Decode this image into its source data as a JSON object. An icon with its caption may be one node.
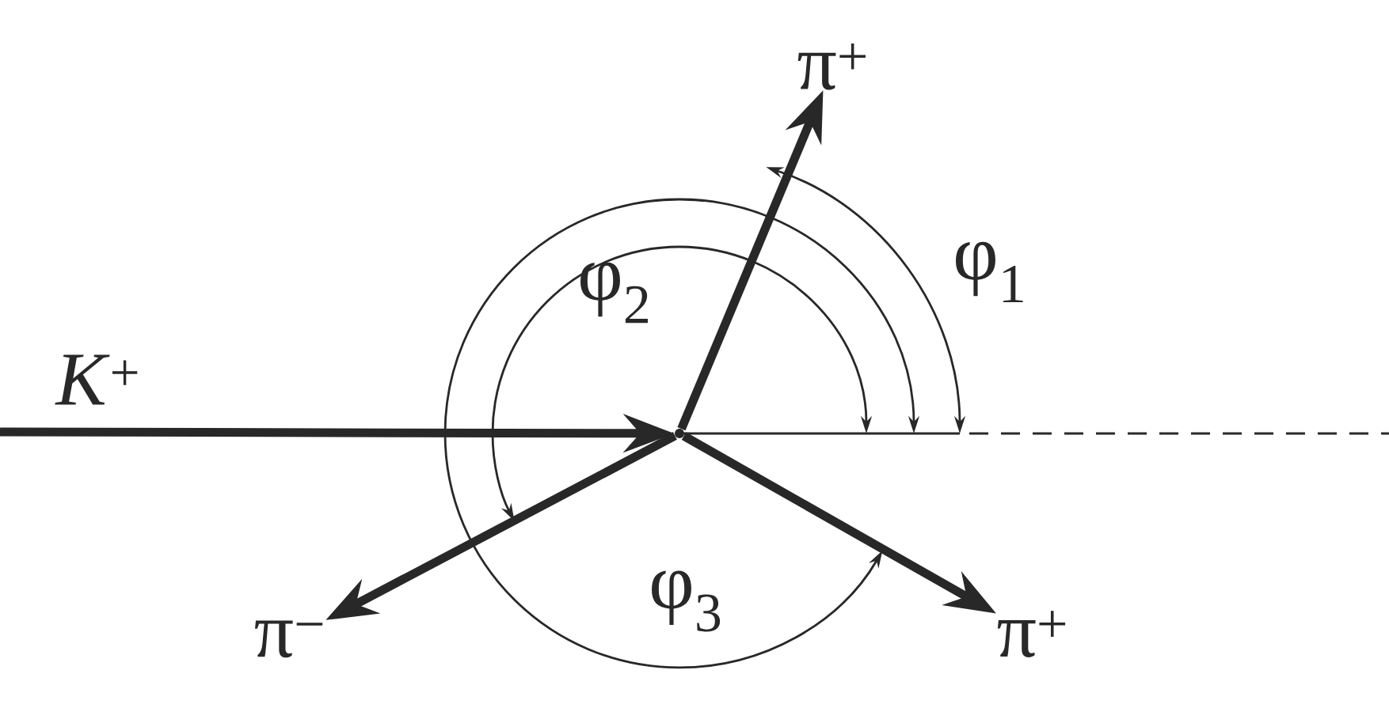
{
  "diagram": {
    "nodes": [
      {
        "text": [],
        "shape": "point"
      },
      {
        "text": [
          "π$^{+}$"
        ]
      },
      {
        "text": [
          "π$^{+}$"
        ]
      },
      {
        "text": [
          "π$^{−}$"
        ]
      }
    ],
    "edges": [
      {
        "from": null,
        "to": 0,
        "arrow": "to",
        "label": "*K*$^{+}$"
      },
      {
        "from": 0,
        "to": 1,
        "arrow": "to"
      },
      {
        "from": 0,
        "to": 2,
        "arrow": "to"
      },
      {
        "from": 0,
        "to": 3,
        "arrow": "to"
      }
    ],
    "labels": [
      "φ$_{1}$",
      "φ$_{2}$",
      "φ$_{3}$"
    ]
  }
}
